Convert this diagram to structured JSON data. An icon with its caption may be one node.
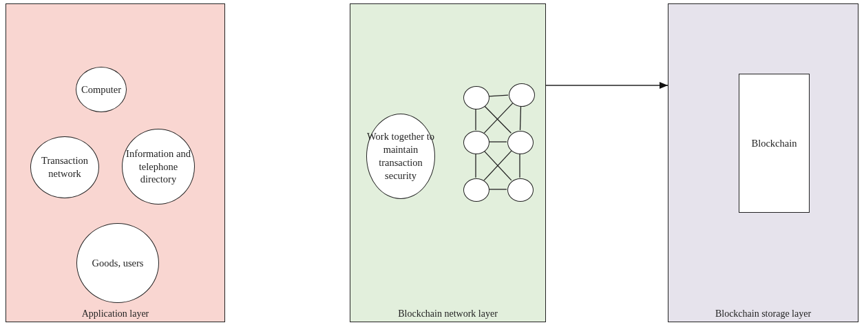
{
  "diagram": {
    "nodes": [
      {
        "text": [
          "Application layer"
        ]
      },
      {
        "text": [
          "Computer"
        ],
        "in": 0
      },
      {
        "text": [
          "Transaction network"
        ],
        "in": 0
      },
      {
        "text": [
          "Information and telephone directory"
        ],
        "in": 0
      },
      {
        "text": [
          "Goods, users"
        ],
        "in": 0
      },
      {
        "text": [
          "Blockchain network layer"
        ]
      },
      {
        "text": [
          "Work together to maintain transaction security"
        ],
        "in": 5
      },
      {
        "text": [],
        "shape": "circle",
        "in": 5
      },
      {
        "text": [],
        "shape": "circle",
        "in": 5
      },
      {
        "text": [],
        "shape": "circle",
        "in": 5
      },
      {
        "text": [],
        "shape": "circle",
        "in": 5
      },
      {
        "text": [],
        "shape": "circle",
        "in": 5
      },
      {
        "text": [],
        "shape": "circle",
        "in": 5
      },
      {
        "text": [
          "Blockchain storage layer"
        ]
      },
      {
        "text": [
          "Blockchain"
        ],
        "in": 13
      }
    ],
    "edges": [
      {
        "from": 5,
        "to": 13,
        "arrow": "to"
      },
      {
        "from": 7,
        "to": 8,
        "arrow": "none"
      },
      {
        "from": 7,
        "to": 9,
        "arrow": "none"
      },
      {
        "from": 7,
        "to": 10,
        "arrow": "none"
      },
      {
        "from": 8,
        "to": 9,
        "arrow": "none"
      },
      {
        "from": 8,
        "to": 10,
        "arrow": "none"
      },
      {
        "from": 9,
        "to": 10,
        "arrow": "none"
      },
      {
        "from": 9,
        "to": 11,
        "arrow": "none"
      },
      {
        "from": 9,
        "to": 12,
        "arrow": "none"
      },
      {
        "from": 10,
        "to": 11,
        "arrow": "none"
      },
      {
        "from": 10,
        "to": 12,
        "arrow": "none"
      },
      {
        "from": 11,
        "to": 12,
        "arrow": "none"
      }
    ]
  }
}
